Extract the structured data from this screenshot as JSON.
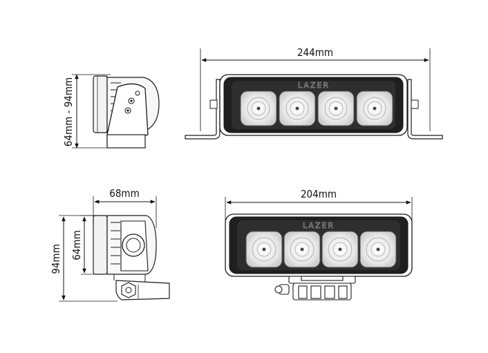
{
  "dimensions": {
    "top_width": "244mm",
    "top_side_height": "64mm - 94mm",
    "bottom_width": "204mm",
    "bottom_side_depth": "68mm",
    "bottom_side_outer_height": "94mm",
    "bottom_side_inner_height": "64mm"
  },
  "brand": {
    "logo_text_top": "LAZER",
    "logo_text_bottom": "LAZER"
  },
  "colors": {
    "line": "#1a1a1a",
    "face": "#2b2b2b",
    "lens": "#e4e4e4"
  }
}
